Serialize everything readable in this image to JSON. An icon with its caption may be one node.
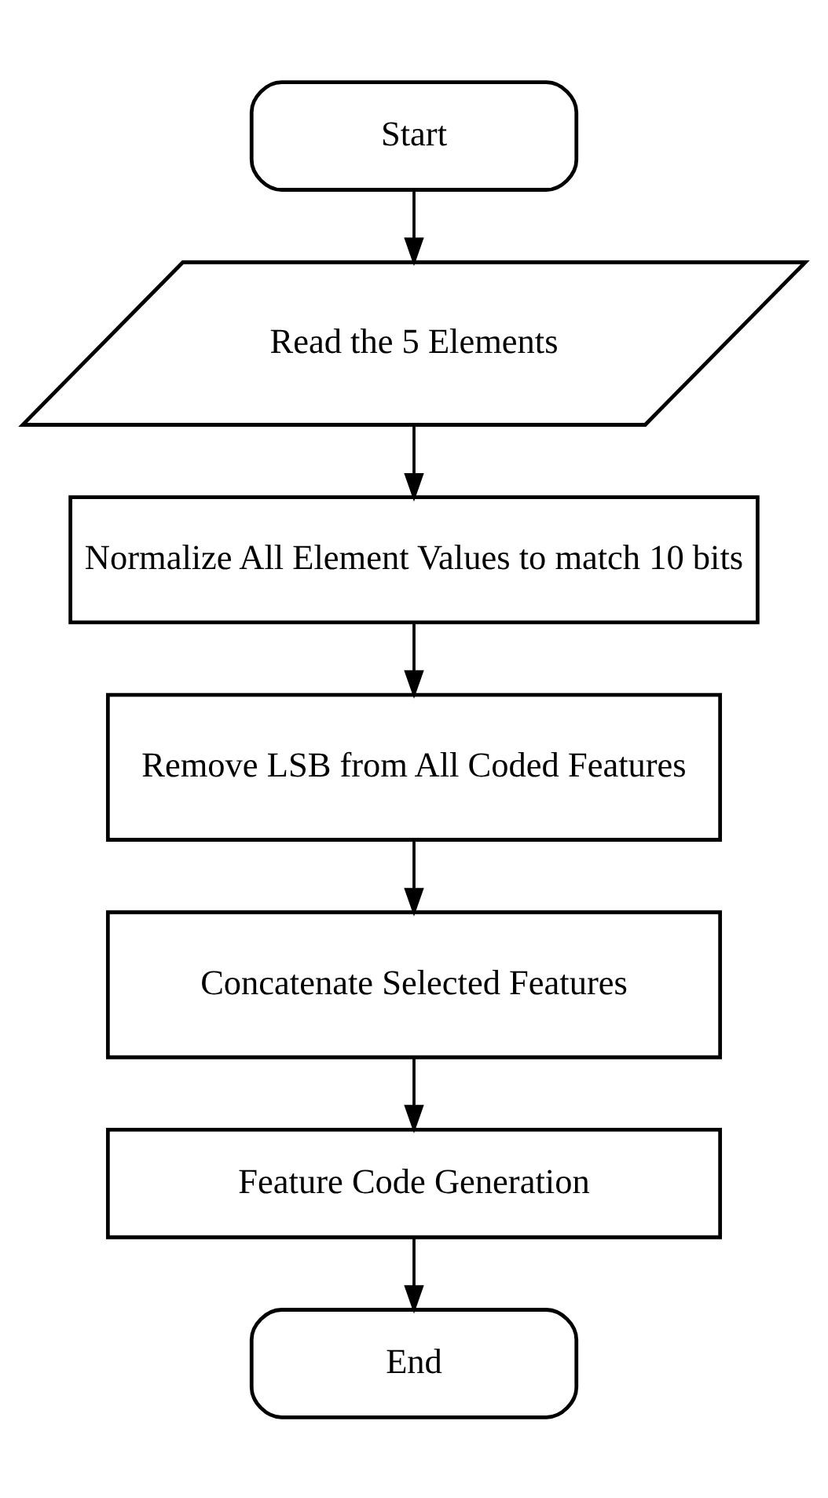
{
  "diagram": {
    "nodes": [
      {
        "text": [
          "Start"
        ]
      },
      {
        "text": [
          "Read the 5 Elements"
        ]
      },
      {
        "text": [
          "Normalize All Element Values to match 10 bits"
        ]
      },
      {
        "text": [
          "Remove LSB from All Coded Features"
        ]
      },
      {
        "text": [
          "Concatenate Selected Features"
        ]
      },
      {
        "text": [
          "Feature Code Generation"
        ]
      },
      {
        "text": [
          "End"
        ]
      }
    ],
    "edges": [
      {
        "from": 0,
        "to": 1,
        "arrow": "to"
      },
      {
        "from": 1,
        "to": 2,
        "arrow": "to"
      },
      {
        "from": 2,
        "to": 3,
        "arrow": "to"
      },
      {
        "from": 3,
        "to": 4,
        "arrow": "to"
      },
      {
        "from": 4,
        "to": 5,
        "arrow": "to"
      },
      {
        "from": 5,
        "to": 6,
        "arrow": "to"
      }
    ]
  }
}
